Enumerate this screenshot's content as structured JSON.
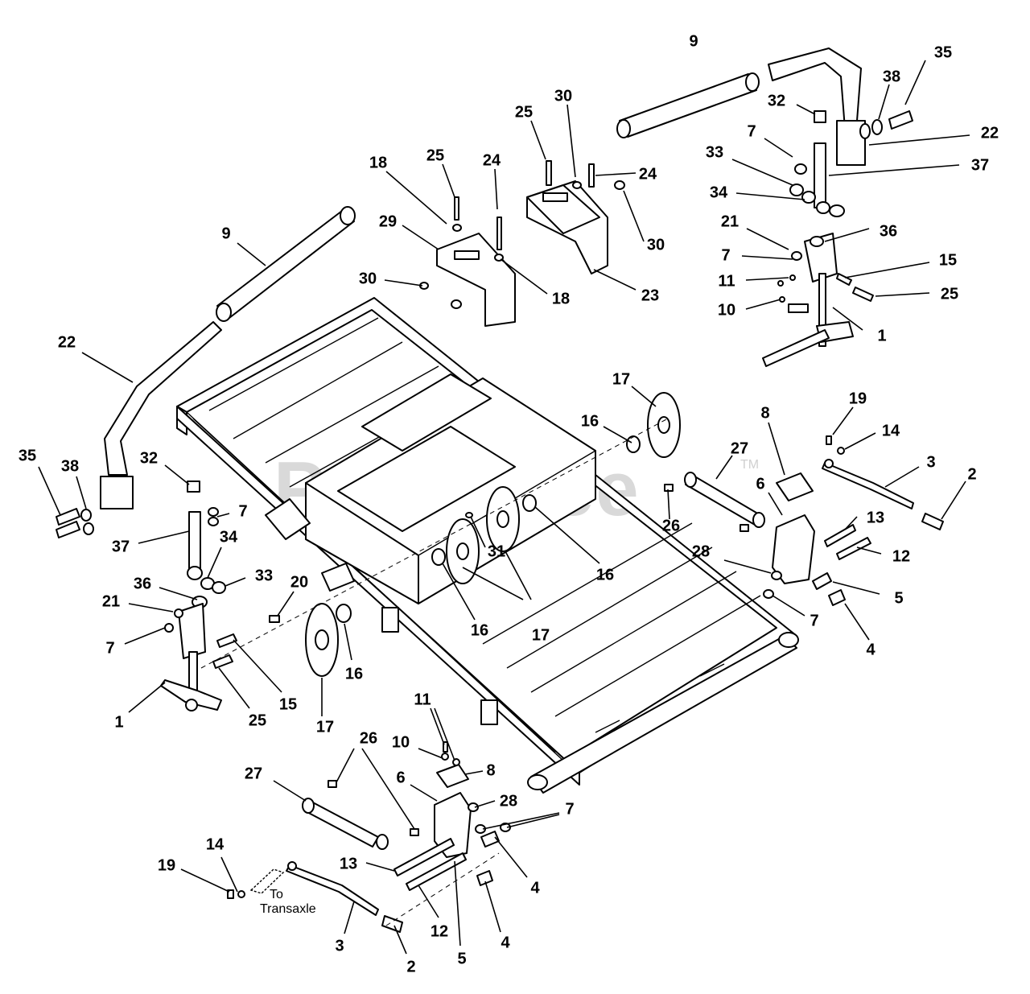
{
  "watermark": {
    "text": "PartsTree",
    "tm": "TM"
  },
  "note": {
    "line1": "To",
    "line2": "Transaxle"
  },
  "callouts": [
    {
      "id": "c9a",
      "label": "9"
    },
    {
      "id": "c35a",
      "label": "35"
    },
    {
      "id": "c38a",
      "label": "38"
    },
    {
      "id": "c32a",
      "label": "32"
    },
    {
      "id": "c22a",
      "label": "22"
    },
    {
      "id": "c7a",
      "label": "7"
    },
    {
      "id": "c37a",
      "label": "37"
    },
    {
      "id": "c33a",
      "label": "33"
    },
    {
      "id": "c34a",
      "label": "34"
    },
    {
      "id": "c21a",
      "label": "21"
    },
    {
      "id": "c36a",
      "label": "36"
    },
    {
      "id": "c7b",
      "label": "7"
    },
    {
      "id": "c15a",
      "label": "15"
    },
    {
      "id": "c11a",
      "label": "11"
    },
    {
      "id": "c25a",
      "label": "25"
    },
    {
      "id": "c10a",
      "label": "10"
    },
    {
      "id": "c1a",
      "label": "1"
    },
    {
      "id": "c25b",
      "label": "25"
    },
    {
      "id": "c30a",
      "label": "30"
    },
    {
      "id": "c24a",
      "label": "24"
    },
    {
      "id": "c30b",
      "label": "30"
    },
    {
      "id": "c23a",
      "label": "23"
    },
    {
      "id": "c18a",
      "label": "18"
    },
    {
      "id": "c25c",
      "label": "25"
    },
    {
      "id": "c24b",
      "label": "24"
    },
    {
      "id": "c29a",
      "label": "29"
    },
    {
      "id": "c18b",
      "label": "18"
    },
    {
      "id": "c30c",
      "label": "30"
    },
    {
      "id": "c9b",
      "label": "9"
    },
    {
      "id": "c22b",
      "label": "22"
    },
    {
      "id": "c17a",
      "label": "17"
    },
    {
      "id": "c16a",
      "label": "16"
    },
    {
      "id": "c19a",
      "label": "19"
    },
    {
      "id": "c14a",
      "label": "14"
    },
    {
      "id": "c8a",
      "label": "8"
    },
    {
      "id": "c27a",
      "label": "27"
    },
    {
      "id": "c3a",
      "label": "3"
    },
    {
      "id": "c2a",
      "label": "2"
    },
    {
      "id": "c6a",
      "label": "6"
    },
    {
      "id": "c26a",
      "label": "26"
    },
    {
      "id": "c13a",
      "label": "13"
    },
    {
      "id": "c12a",
      "label": "12"
    },
    {
      "id": "c28a",
      "label": "28"
    },
    {
      "id": "c5a",
      "label": "5"
    },
    {
      "id": "c7c",
      "label": "7"
    },
    {
      "id": "c4a",
      "label": "4"
    },
    {
      "id": "c31a",
      "label": "31"
    },
    {
      "id": "c16b",
      "label": "16"
    },
    {
      "id": "c16c",
      "label": "16"
    },
    {
      "id": "c17b",
      "label": "17"
    },
    {
      "id": "c35b",
      "label": "35"
    },
    {
      "id": "c38b",
      "label": "38"
    },
    {
      "id": "c32b",
      "label": "32"
    },
    {
      "id": "c7d",
      "label": "7"
    },
    {
      "id": "c37b",
      "label": "37"
    },
    {
      "id": "c34b",
      "label": "34"
    },
    {
      "id": "c33b",
      "label": "33"
    },
    {
      "id": "c20a",
      "label": "20"
    },
    {
      "id": "c36b",
      "label": "36"
    },
    {
      "id": "c21b",
      "label": "21"
    },
    {
      "id": "c7e",
      "label": "7"
    },
    {
      "id": "c15b",
      "label": "15"
    },
    {
      "id": "c25d",
      "label": "25"
    },
    {
      "id": "c17c",
      "label": "17"
    },
    {
      "id": "c16d",
      "label": "16"
    },
    {
      "id": "c1b",
      "label": "1"
    },
    {
      "id": "c11b",
      "label": "11"
    },
    {
      "id": "c26b",
      "label": "26"
    },
    {
      "id": "c10b",
      "label": "10"
    },
    {
      "id": "c8b",
      "label": "8"
    },
    {
      "id": "c27b",
      "label": "27"
    },
    {
      "id": "c6b",
      "label": "6"
    },
    {
      "id": "c28b",
      "label": "28"
    },
    {
      "id": "c7f",
      "label": "7"
    },
    {
      "id": "c19b",
      "label": "19"
    },
    {
      "id": "c14b",
      "label": "14"
    },
    {
      "id": "c13b",
      "label": "13"
    },
    {
      "id": "c4b",
      "label": "4"
    },
    {
      "id": "c12b",
      "label": "12"
    },
    {
      "id": "c4c",
      "label": "4"
    },
    {
      "id": "c3b",
      "label": "3"
    },
    {
      "id": "c5b",
      "label": "5"
    },
    {
      "id": "c2b",
      "label": "2"
    }
  ]
}
